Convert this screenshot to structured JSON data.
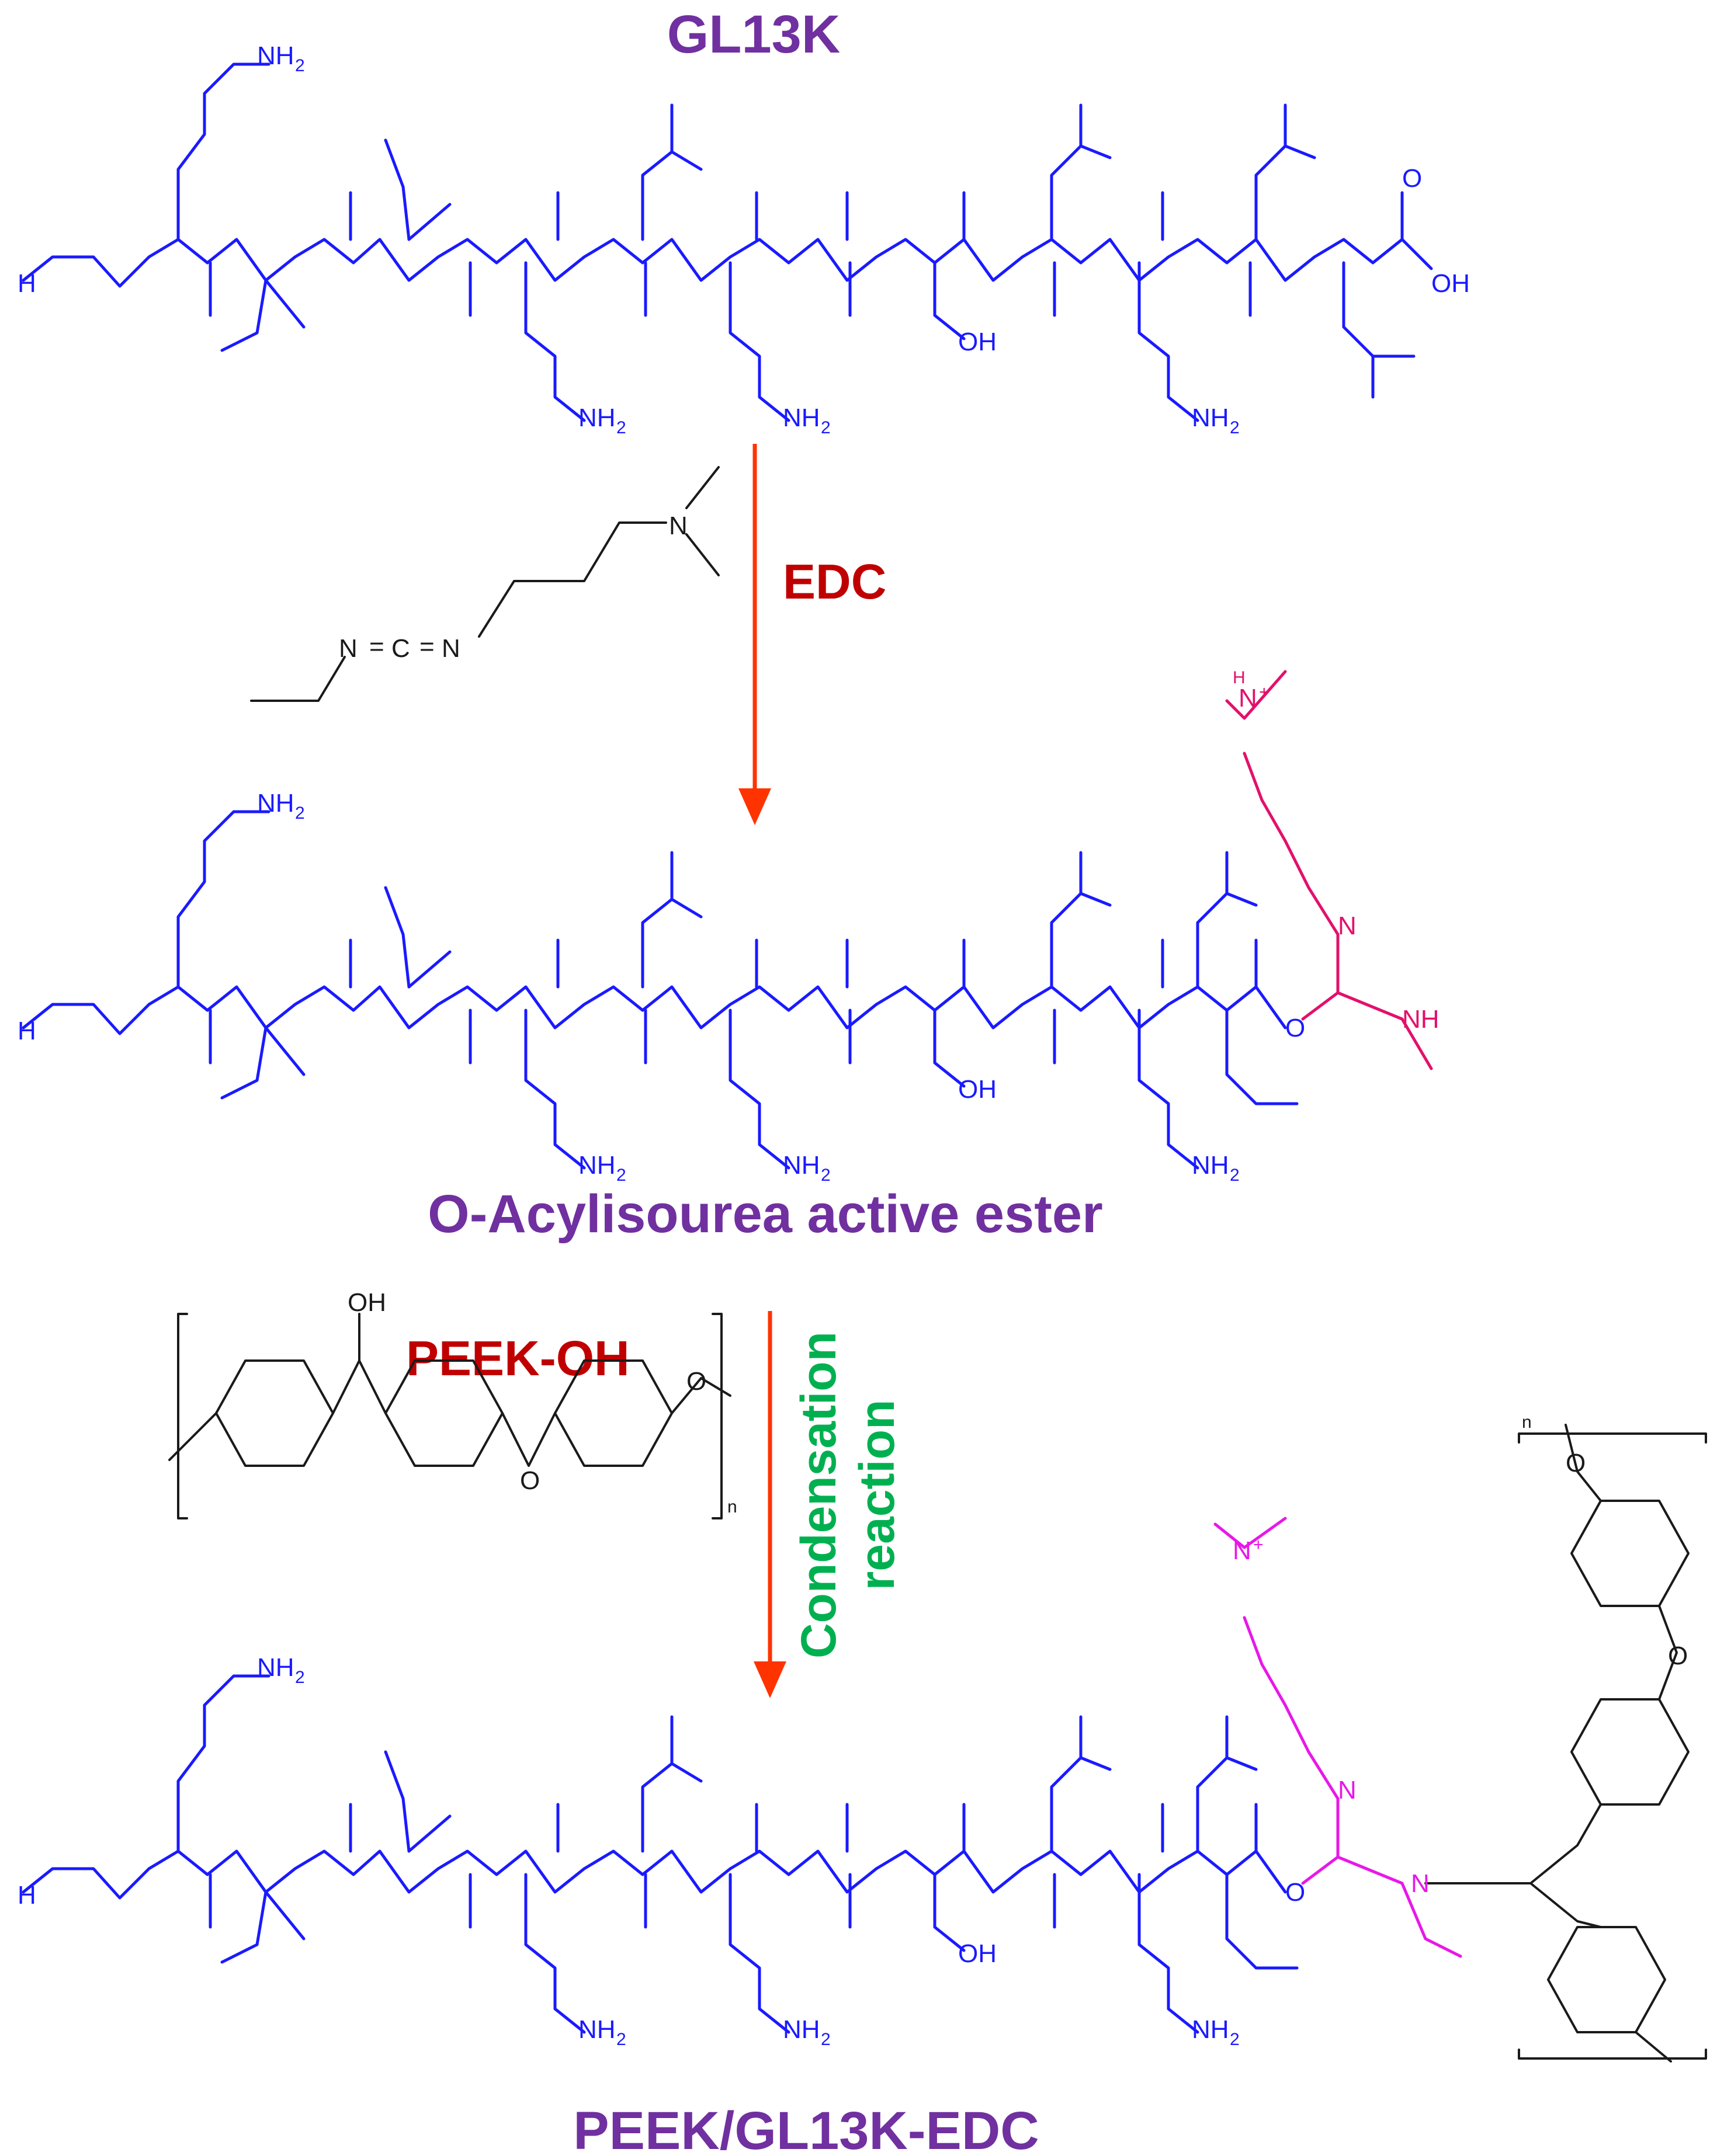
{
  "colors": {
    "peptide": "#1a1aff",
    "title": "#7030a0",
    "reagent_label": "#c00000",
    "condition_label": "#00b050",
    "arrow": "#ff3300",
    "edc_fragment_top": "#e3106b",
    "edc_fragment_bottom": "#e818e8",
    "black": "#1a1a1a"
  },
  "titles": {
    "top": "GL13K",
    "middle": "O-Acylisourea active ester",
    "bottom": "PEEK/GL13K-EDC"
  },
  "reagents": {
    "edc": "EDC",
    "peek": "PEEK-OH",
    "condition_line1": "Condensation",
    "condition_line2": "reaction"
  },
  "atoms": {
    "nh2": "NH",
    "sub2": "2",
    "nh": "NH",
    "n": "N",
    "h": "H",
    "o": "O",
    "oh": "OH",
    "c": "C",
    "eq": "=",
    "plus": "+",
    "polymer_n": "n"
  }
}
